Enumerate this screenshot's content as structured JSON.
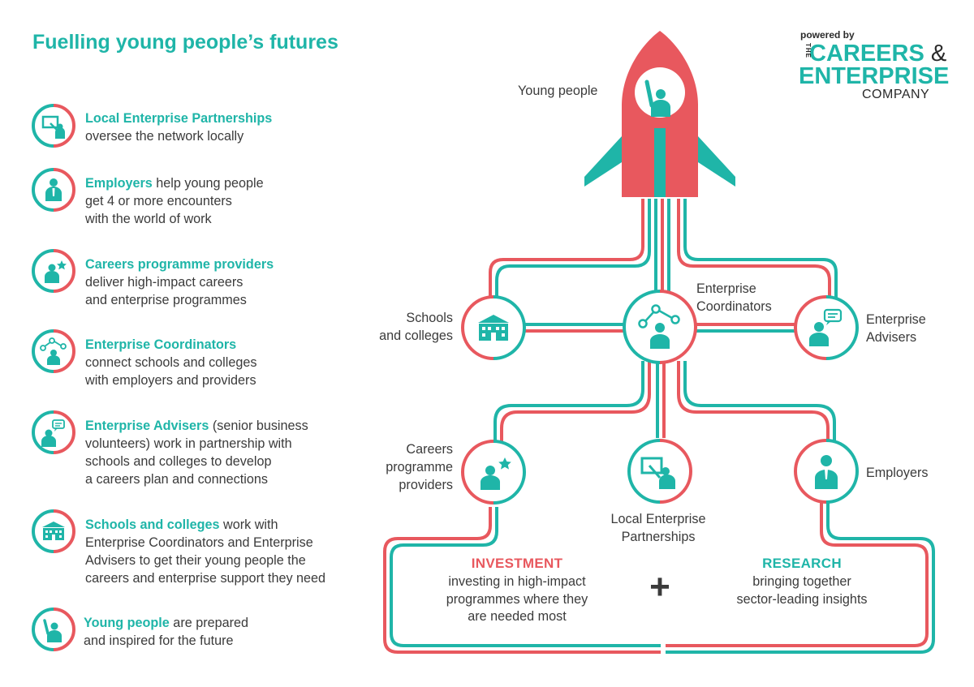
{
  "title": "Fuelling young people’s futures",
  "logo": {
    "powered_by": "powered by",
    "the": "THE",
    "line1": "CAREERS",
    "amp": "&",
    "line2": "ENTERPRISE",
    "line3": "COMPANY"
  },
  "legend": [
    {
      "icon": "presentation-icon",
      "highlight": "Local Enterprise Partnerships",
      "lines": [
        "oversee the network locally"
      ]
    },
    {
      "icon": "employer-icon",
      "highlight": "Employers",
      "first_rest": " help young people",
      "lines": [
        "get 4 or more encounters",
        "with the world of work"
      ]
    },
    {
      "icon": "person-star-icon",
      "highlight": "Careers programme providers",
      "lines": [
        "deliver high-impact careers",
        "and enterprise programmes"
      ]
    },
    {
      "icon": "network-person-icon",
      "highlight": "Enterprise Coordinators",
      "lines": [
        "connect schools and colleges",
        "with employers and providers"
      ]
    },
    {
      "icon": "person-speech-icon",
      "highlight": "Enterprise Advisers",
      "first_rest": " (senior business",
      "lines": [
        "volunteers) work in partnership with",
        "schools and colleges to develop",
        "a careers plan and connections"
      ]
    },
    {
      "icon": "school-icon",
      "highlight": "Schools and colleges",
      "first_rest": " work with",
      "lines": [
        "Enterprise Coordinators and Enterprise",
        "Advisers to get their young people the",
        "careers and enterprise support they need"
      ]
    },
    {
      "icon": "young-person-icon",
      "highlight": "Young people",
      "first_rest": " are prepared",
      "lines": [
        "and inspired for the future"
      ]
    }
  ],
  "diagram": {
    "young_people": "Young people",
    "schools": [
      "Schools",
      "and colleges"
    ],
    "coordinators": [
      "Enterprise",
      "Coordinators"
    ],
    "advisers": [
      "Enterprise",
      "Advisers"
    ],
    "providers": [
      "Careers",
      "programme",
      "providers"
    ],
    "lep": [
      "Local Enterprise",
      "Partnerships"
    ],
    "employers": "Employers",
    "investment_title": "INVESTMENT",
    "investment_body": [
      "investing in high-impact",
      "programmes where they",
      "are needed most"
    ],
    "plus": "+",
    "research_title": "RESEARCH",
    "research_body": [
      "bringing together",
      "sector-leading insights"
    ]
  },
  "colors": {
    "teal": "#1fb5a8",
    "coral": "#e8585e",
    "text": "#3b3b3b"
  }
}
